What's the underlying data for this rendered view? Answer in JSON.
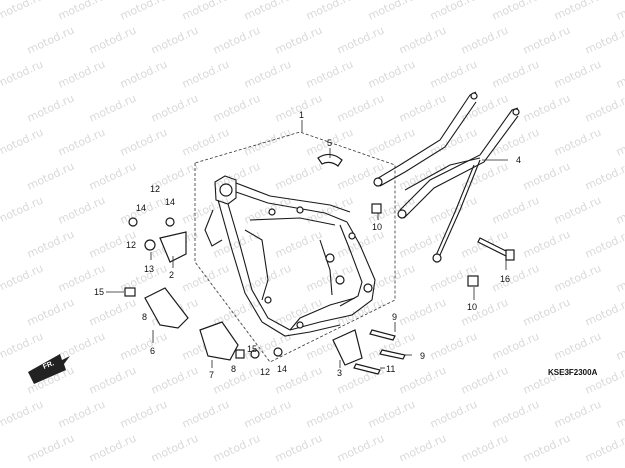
{
  "diagram": {
    "watermark_text": "motod.ru",
    "code": "KSE3F2300A",
    "front_label": "FR.",
    "callouts": [
      {
        "id": "c1",
        "text": "1"
      },
      {
        "id": "c2",
        "text": "2"
      },
      {
        "id": "c3",
        "text": "3"
      },
      {
        "id": "c4",
        "text": "4"
      },
      {
        "id": "c5",
        "text": "5"
      },
      {
        "id": "c6",
        "text": "6"
      },
      {
        "id": "c7",
        "text": "7"
      },
      {
        "id": "c8a",
        "text": "8"
      },
      {
        "id": "c8b",
        "text": "8"
      },
      {
        "id": "c9a",
        "text": "9"
      },
      {
        "id": "c9b",
        "text": "9"
      },
      {
        "id": "c10a",
        "text": "10"
      },
      {
        "id": "c10b",
        "text": "10"
      },
      {
        "id": "c11",
        "text": "11"
      },
      {
        "id": "c12a",
        "text": "12"
      },
      {
        "id": "c12b",
        "text": "12"
      },
      {
        "id": "c12c",
        "text": "12"
      },
      {
        "id": "c13",
        "text": "13"
      },
      {
        "id": "c14a",
        "text": "14"
      },
      {
        "id": "c14b",
        "text": "14"
      },
      {
        "id": "c14c",
        "text": "14"
      },
      {
        "id": "c15a",
        "text": "15"
      },
      {
        "id": "c15b",
        "text": "15"
      },
      {
        "id": "c16",
        "text": "16"
      }
    ]
  }
}
